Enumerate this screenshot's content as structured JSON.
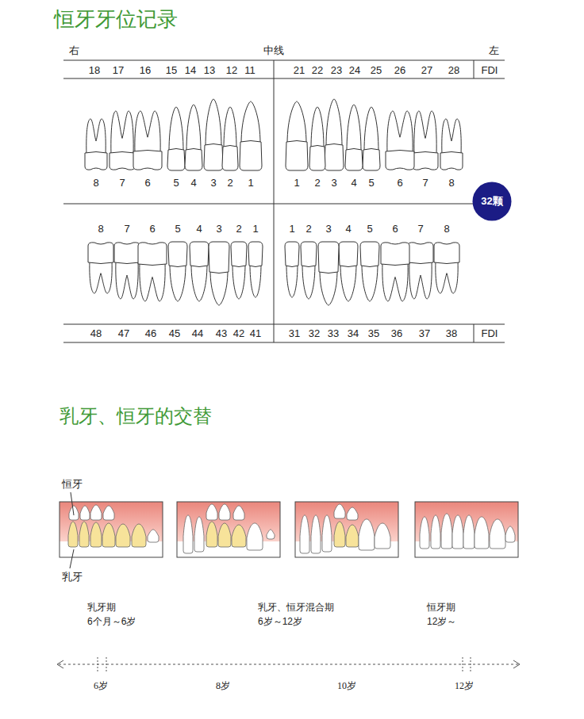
{
  "diagram": {
    "title": "恒牙牙位记录",
    "nodes": [
      {
        "text": [
          "32颗"
        ]
      }
    ],
    "labels": [
      "右",
      "中线",
      "左",
      "18",
      "17",
      "16",
      "15",
      "14",
      "13",
      "12",
      "11",
      "21",
      "22",
      "23",
      "24",
      "25",
      "26",
      "27",
      "28",
      "FDI",
      "8",
      "7",
      "6",
      "5",
      "4",
      "3",
      "2",
      "1",
      "1",
      "2",
      "3",
      "4",
      "5",
      "6",
      "7",
      "8",
      "8",
      "7",
      "6",
      "5",
      "4",
      "3",
      "2",
      "1",
      "1",
      "2",
      "3",
      "4",
      "5",
      "6",
      "7",
      "8",
      "48",
      "47",
      "46",
      "45",
      "44",
      "43",
      "42",
      "41",
      "31",
      "32",
      "33",
      "34",
      "35",
      "36",
      "37",
      "38",
      "FDI",
      "乳牙、恒牙的交替",
      "恒牙",
      "乳牙",
      "乳牙期",
      "6个月～6岁",
      "乳牙、恒牙混合期",
      "6岁～12岁",
      "恒牙期",
      "12岁～",
      "6岁",
      "8岁",
      "10岁",
      "12岁"
    ]
  }
}
